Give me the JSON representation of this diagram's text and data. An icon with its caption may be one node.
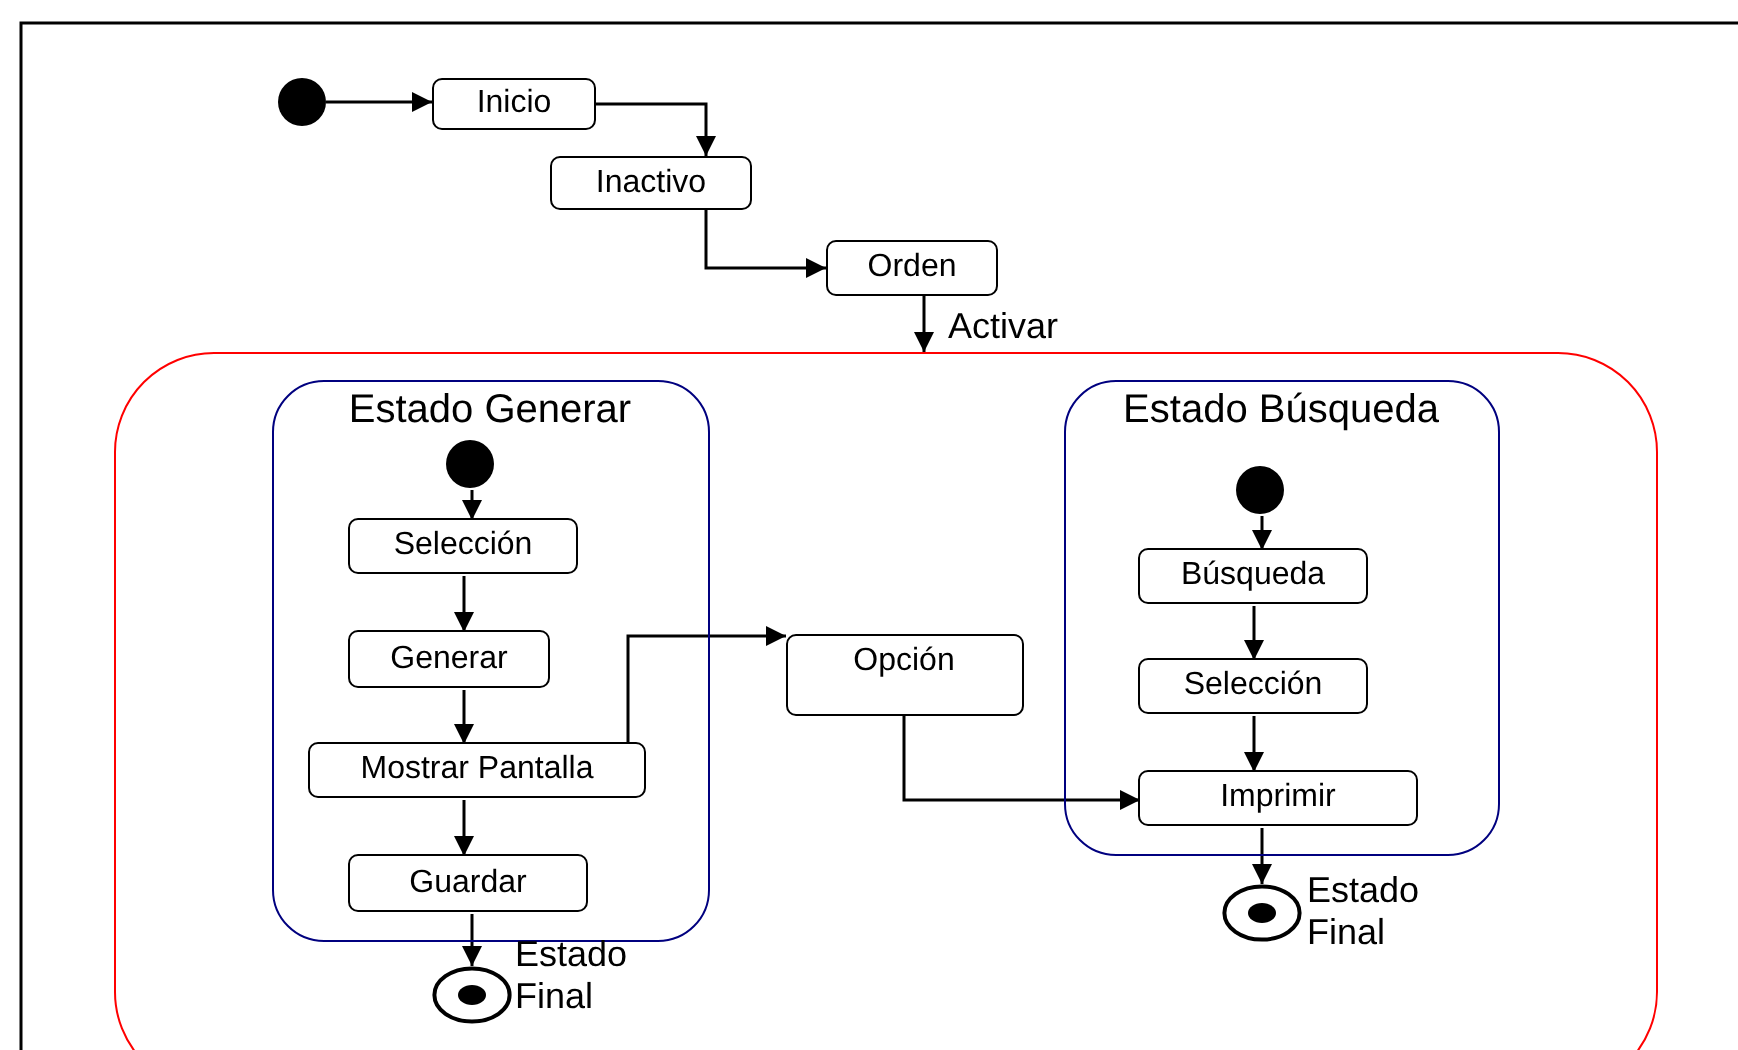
{
  "diagram": {
    "nodes": [
      {
        "text": [],
        "shape": "circle"
      },
      {
        "text": [
          "Inicio"
        ]
      },
      {
        "text": [
          "Inactivo"
        ]
      },
      {
        "text": [
          "Orden"
        ]
      },
      {
        "text": [],
        "shape": "box"
      },
      {
        "text": [
          "Estado Generar"
        ],
        "in": 4
      },
      {
        "text": [],
        "shape": "circle",
        "in": 5
      },
      {
        "text": [
          "Selección"
        ],
        "in": 5
      },
      {
        "text": [
          "Generar"
        ],
        "in": 5
      },
      {
        "text": [
          "Mostrar Pantalla"
        ],
        "in": 5
      },
      {
        "text": [
          "Guardar"
        ],
        "in": 5
      },
      {
        "text": [],
        "shape": "circle",
        "in": 4,
        "beside": [
          "Estado Final"
        ]
      },
      {
        "text": [
          "Opción"
        ],
        "in": 4
      },
      {
        "text": [
          "Estado Búsqueda"
        ],
        "in": 4
      },
      {
        "text": [],
        "shape": "circle",
        "in": 13
      },
      {
        "text": [
          "Búsqueda"
        ],
        "in": 13
      },
      {
        "text": [
          "Selección"
        ],
        "in": 13
      },
      {
        "text": [
          "Imprimir"
        ],
        "in": 13
      },
      {
        "text": [],
        "shape": "circle",
        "in": 4,
        "beside": [
          "Estado Final"
        ]
      }
    ],
    "edges": [
      {
        "from": 0,
        "to": 1,
        "arrow": "to"
      },
      {
        "from": 1,
        "to": 2,
        "arrow": "to"
      },
      {
        "from": 2,
        "to": 3,
        "arrow": "to"
      },
      {
        "from": 3,
        "to": 4,
        "arrow": "to",
        "label": "Activar"
      },
      {
        "from": 6,
        "to": 7,
        "arrow": "to"
      },
      {
        "from": 7,
        "to": 8,
        "arrow": "to"
      },
      {
        "from": 8,
        "to": 9,
        "arrow": "to"
      },
      {
        "from": 9,
        "to": 12,
        "arrow": "to"
      },
      {
        "from": 9,
        "to": 10,
        "arrow": "to"
      },
      {
        "from": 10,
        "to": 11,
        "arrow": "to"
      },
      {
        "from": 14,
        "to": 15,
        "arrow": "to"
      },
      {
        "from": 15,
        "to": 16,
        "arrow": "to"
      },
      {
        "from": 16,
        "to": 17,
        "arrow": "to"
      },
      {
        "from": 12,
        "to": 17,
        "arrow": "to"
      },
      {
        "from": 17,
        "to": 18,
        "arrow": "to"
      }
    ]
  }
}
